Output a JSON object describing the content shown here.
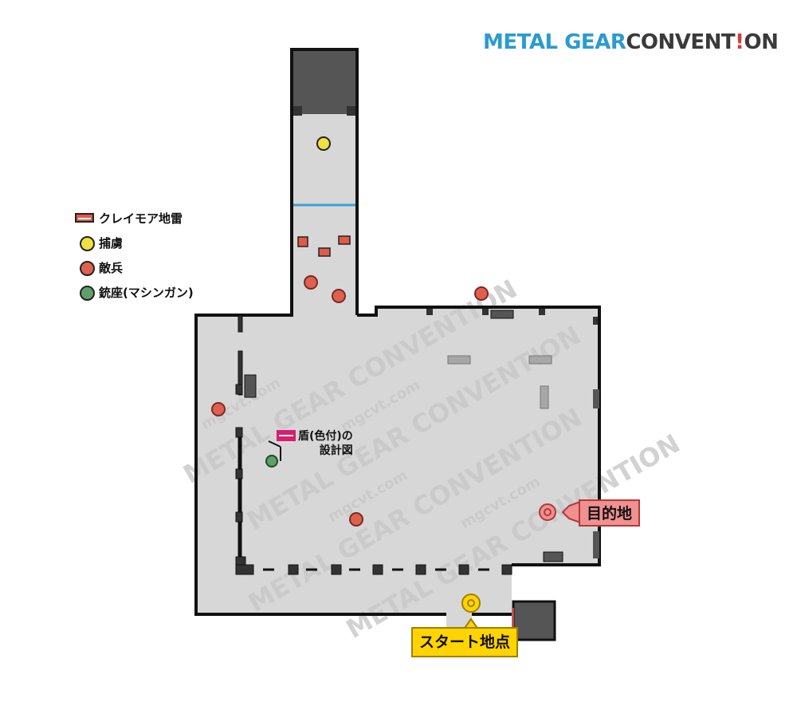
{
  "brand": {
    "part1": "METAL GEAR",
    "part2": "CONVENT",
    "part3": "!",
    "part4": "ON"
  },
  "watermark": {
    "main": "METAL GEAR CONVENTION",
    "site": "mgcvt.com"
  },
  "legend": [
    {
      "icon": "claymore-icon",
      "label": "クレイモア地雷"
    },
    {
      "icon": "prisoner-icon",
      "label": "捕虜",
      "color": "#f0e040"
    },
    {
      "icon": "enemy-icon",
      "label": "敵兵",
      "color": "#e06050"
    },
    {
      "icon": "gun-icon",
      "label": "銃座(マシンガン)",
      "color": "#5fa06a"
    }
  ],
  "labels": {
    "shield_line1": "盾(色付)の",
    "shield_line2": "設計図",
    "destination": "目的地",
    "start": "スタート地点"
  },
  "colors": {
    "floor": "#d7d7d7",
    "wall": "#111111",
    "enemy": "#e06050",
    "prisoner": "#f0e040",
    "gun": "#5fa06a",
    "claymore": "#e05a4a",
    "water_line": "#3aa0d8",
    "shield": "#d81e6e",
    "dest_fill": "#f09090",
    "start_fill": "#ffd400"
  }
}
